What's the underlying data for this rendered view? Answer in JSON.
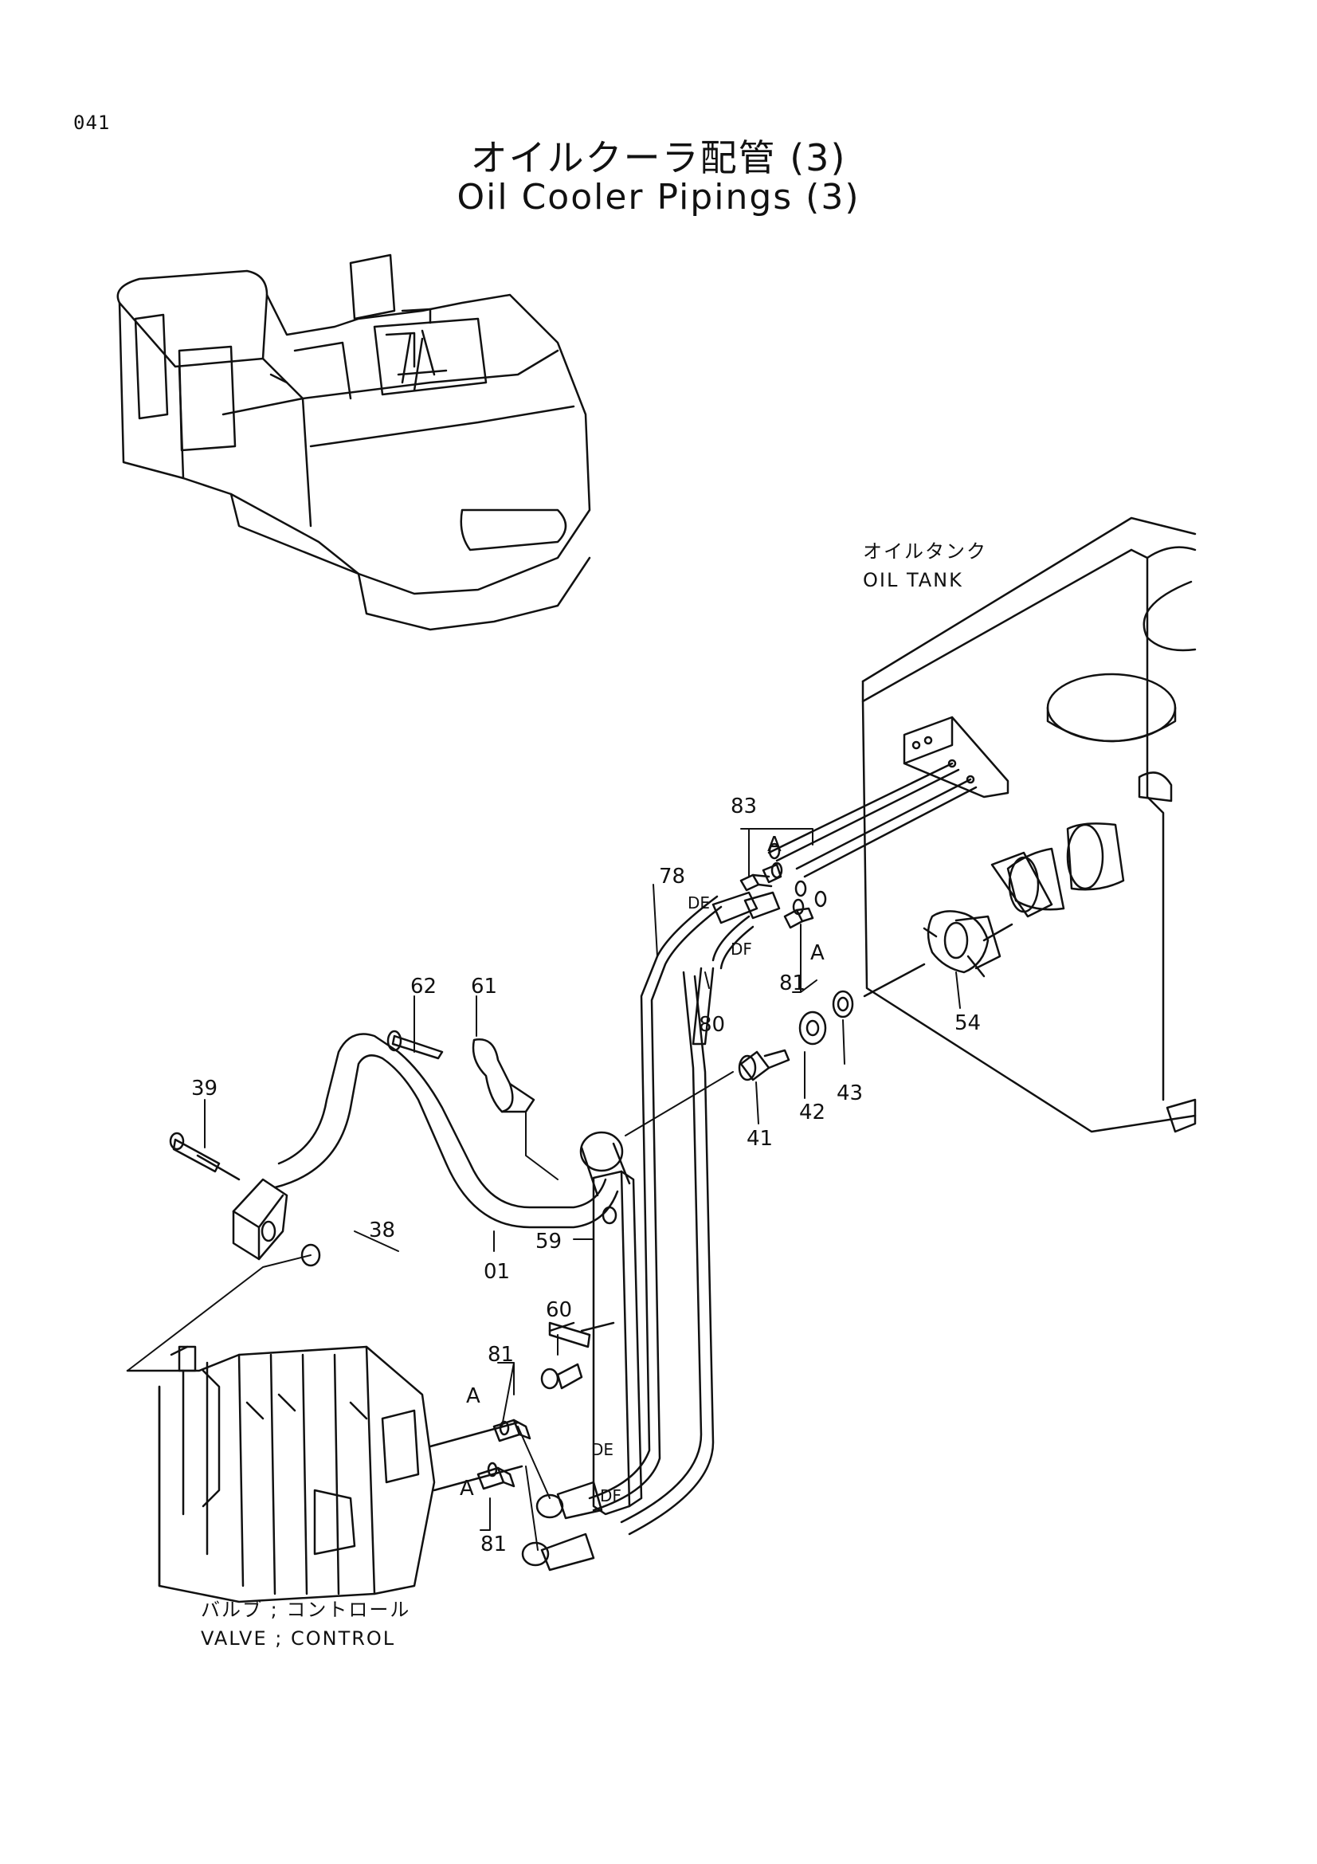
{
  "page_number": "041",
  "title_jp": "オイルクーラ配管 (3)",
  "title_en": "Oil Cooler Pipings (3)",
  "captions": {
    "oil_tank_jp": "オイルタンク",
    "oil_tank_en": "OIL TANK",
    "valve_jp": "バルブ ; コントロール",
    "valve_en": "VALVE ; CONTROL"
  },
  "part_labels": {
    "p83": "83",
    "p78": "78",
    "p81_top": "81",
    "p80": "80",
    "p54": "54",
    "p62": "62",
    "p61": "61",
    "p39": "39",
    "p41": "41",
    "p42": "42",
    "p43": "43",
    "p38": "38",
    "p59": "59",
    "p01": "01",
    "p60": "60",
    "p81_mid": "81",
    "p81_bot": "81"
  },
  "connection_marks": {
    "a_top1": "A",
    "a_top2": "A",
    "a_bot1": "A",
    "a_bot2": "A",
    "de_top": "DE",
    "df_top": "DF",
    "de_bot": "DE",
    "df_bot": "DF"
  }
}
